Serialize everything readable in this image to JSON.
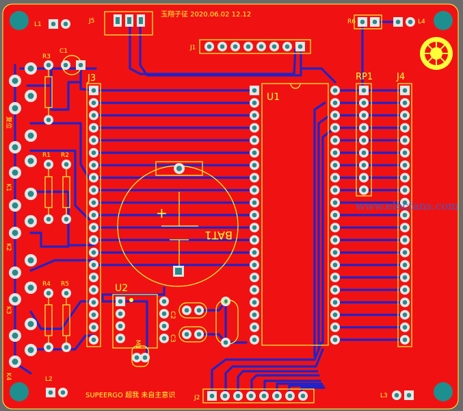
{
  "board": {
    "header_text": "玉翔子征 2020.06.02 12.12",
    "bottom_text": "SUPEERGO 超我 未自主意识",
    "watermark": "www.elecfans.com",
    "colors": {
      "board": "#f01212",
      "silk": "#ffff3a",
      "bottom_trace": "#2222c8",
      "pad": "#e6e6e6",
      "hole": "#2a8a8a",
      "mount_hole": "#1e8f8f",
      "background": "#6b6b6b"
    }
  },
  "designators": {
    "j1": "J1",
    "j2": "J2",
    "j3": "J3",
    "j4": "J4",
    "j5": "J5",
    "u1": "U1",
    "u2": "U2",
    "rp1": "RP1",
    "bat1": "BAT1",
    "c1": "C1",
    "x1": "X1",
    "r1": "R1",
    "r2": "R2",
    "r3": "R3",
    "r4": "R4",
    "r5": "R5",
    "r6": "R6",
    "l1": "L1",
    "l2": "L2",
    "l3": "L3",
    "l4": "L4",
    "k1": "K1",
    "k2": "K2",
    "k3": "K3",
    "k4": "K4",
    "c2": "C2",
    "c3": "C3",
    "m1": "M1",
    "k_top": "复位",
    "plus_sign": "+"
  }
}
